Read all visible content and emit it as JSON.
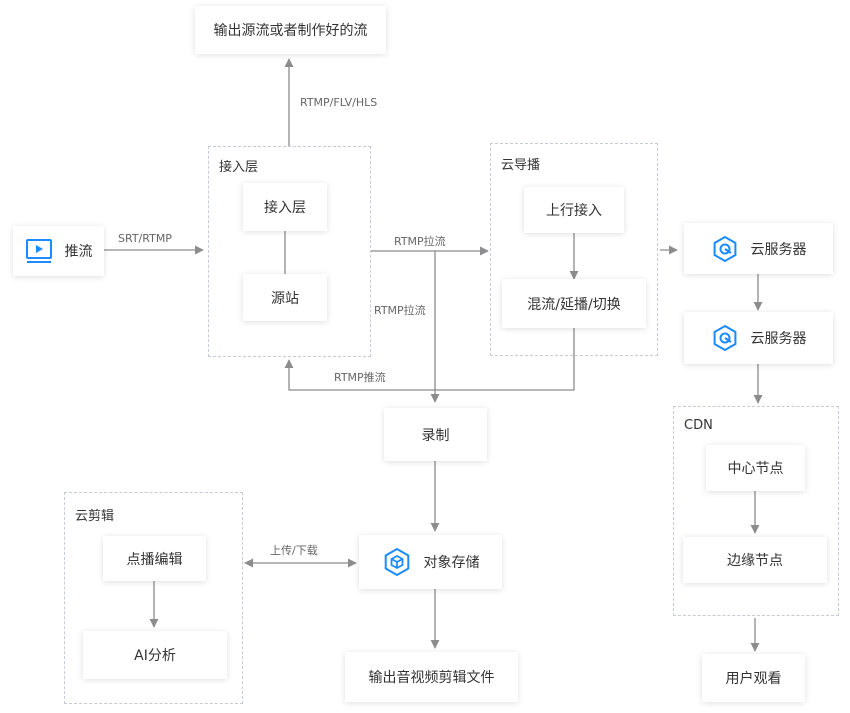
{
  "nodes": {
    "output_stream": "输出源流或者制作好的流",
    "push": "推流",
    "access_inner": "接入层",
    "origin": "源站",
    "upstream_access": "上行接入",
    "mix": "混流/延播/切换",
    "cloud_server_1": "云服务器",
    "cloud_server_2": "云服务器",
    "record": "录制",
    "object_storage": "对象存储",
    "vod_edit": "点播编辑",
    "ai_analysis": "AI分析",
    "output_av": "输出音视频剪辑文件",
    "center_node": "中心节点",
    "edge_node": "边缘节点",
    "user_watch": "用户观看"
  },
  "groups": {
    "access_layer": "接入层",
    "cloud_director": "云导播",
    "cloud_edit": "云剪辑",
    "cdn": "CDN"
  },
  "edge_labels": {
    "rtmp_flv_hls": "RTMP/FLV/HLS",
    "srt_rtmp": "SRT/RTMP",
    "rtmp_pull_1": "RTMP拉流",
    "rtmp_pull_2": "RTMP拉流",
    "rtmp_push": "RTMP推流",
    "upload_download": "上传/下载"
  },
  "colors": {
    "icon_blue": "#1a8cff",
    "line": "#8c8c8c",
    "dashed_border": "#c6cbd3"
  },
  "icons": {
    "push": "video-play-icon",
    "cloud_server": "cloud-server-icon",
    "object_storage": "storage-cube-icon"
  }
}
